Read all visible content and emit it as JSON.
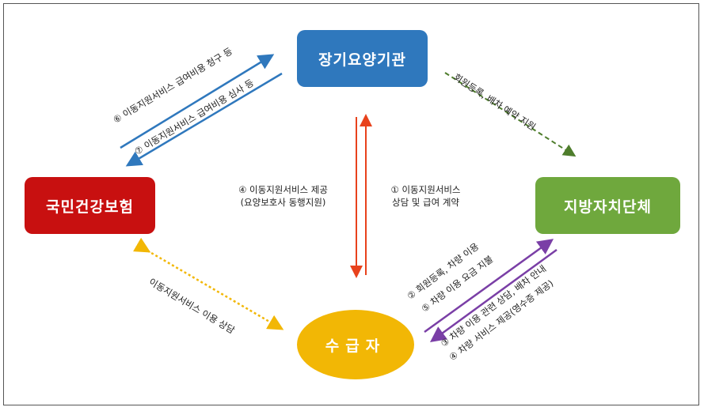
{
  "nodes": {
    "long_term_care": {
      "label": "장기요양기관",
      "color": "#2f78bd"
    },
    "nhis": {
      "label": "국민건강보험",
      "color": "#c81010"
    },
    "local_gov": {
      "label": "지방자치단체",
      "color": "#6fa83d"
    },
    "recipient": {
      "label": "수급자",
      "color": "#f2b705"
    }
  },
  "edges": {
    "e6": "⑥ 이동지원서비스 급여비용 청구 등",
    "e7": "⑦ 이동지원서비스 급여비용 심사 등",
    "register_dispatch": "회원등록, 배차 예약 지원",
    "e4_line1": "④ 이동지원서비스 제공",
    "e4_line2": "(요양보호사 동행지원)",
    "e1_line1": "① 이동지원서비스",
    "e1_line2": "상담 및 급여 계약",
    "consult": "이동지원서비스 이용 상담",
    "e2": "② 회원등록, 차량 이용",
    "e5": "⑤ 차량 이용 요금 지불",
    "e3": "③ 차량 이용 관련 상담, 배차 안내",
    "e4b": "④ 차량 서비스 제공(영수증 제공)"
  },
  "colors": {
    "blue_arrow": "#2f78bd",
    "green_arrow": "#4e7d2c",
    "red_arrow": "#e8421c",
    "yellow_arrow": "#f2b705",
    "purple_arrow": "#7a3fa6"
  }
}
